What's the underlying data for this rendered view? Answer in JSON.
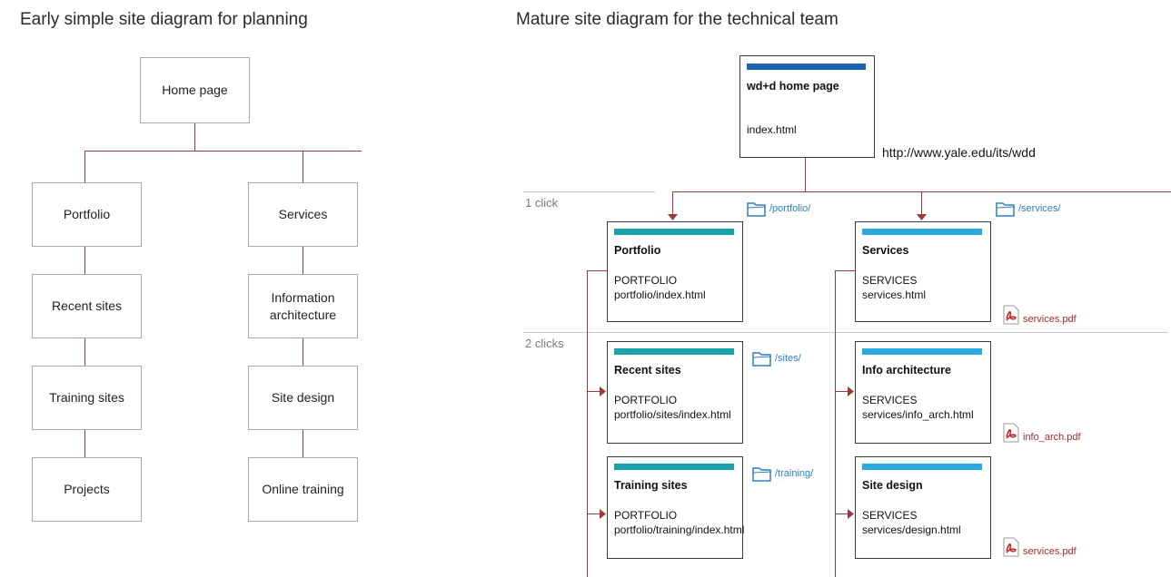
{
  "left": {
    "title": "Early simple site diagram for planning",
    "home": "Home page",
    "portfolio_column": [
      "Portfolio",
      "Recent sites",
      "Training sites",
      "Projects"
    ],
    "services_column": [
      "Services",
      "Information architecture",
      "Site design",
      "Online training"
    ]
  },
  "right": {
    "title": "Mature site diagram for the technical team",
    "home": {
      "title": "wd+d home page",
      "file": "index.html"
    },
    "url": "http://www.yale.edu/its/wdd",
    "clicks": [
      "1 click",
      "2 clicks"
    ],
    "portfolio": {
      "title": "Portfolio",
      "section": "PORTFOLIO",
      "file": "portfolio/index.html",
      "folder": "/portfolio/"
    },
    "services": {
      "title": "Services",
      "section": "SERVICES",
      "file": "services.html",
      "folder": "/services/",
      "pdf": "services.pdf"
    },
    "recent": {
      "title": "Recent sites",
      "section": "PORTFOLIO",
      "file": "portfolio/sites/index.html",
      "folder": "/sites/"
    },
    "info": {
      "title": "Info architecture",
      "section": "SERVICES",
      "file": "services/info_arch.html",
      "pdf": "info_arch.pdf"
    },
    "training": {
      "title": "Training sites",
      "section": "PORTFOLIO",
      "file": "portfolio/training/index.html",
      "folder": "/training/"
    },
    "design": {
      "title": "Site design",
      "section": "SERVICES",
      "file": "services/design.html",
      "pdf": "services.pdf"
    }
  },
  "colors": {
    "connector": "#9b3a3a",
    "home_bar": "#1f63b0",
    "portfolio_bar": "#1aa1aa",
    "services_bar": "#29a9e0",
    "folder": "#2f7fc0",
    "pdf_label": "#a52a2a"
  }
}
